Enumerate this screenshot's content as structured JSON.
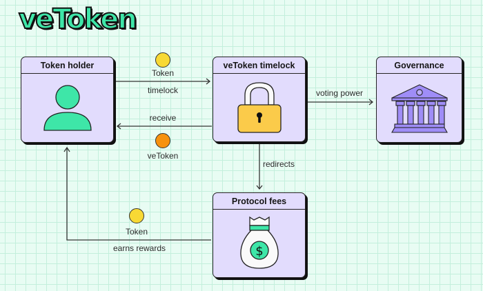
{
  "title": "veToken",
  "colors": {
    "background": "#e8fcf3",
    "grid": "#c3efdc",
    "box_fill": "#e2dcfd",
    "logo_green": "#3ee6a8",
    "token_coin": "#f8d935",
    "vetoken_coin": "#f7920f",
    "lock_body": "#fbcb4a",
    "building": "#9f8df7",
    "person": "#3ee6a8"
  },
  "nodes": {
    "token_holder": {
      "label": "Token holder",
      "icon": "person-icon"
    },
    "timelock": {
      "label": "veToken timelock",
      "icon": "padlock-icon"
    },
    "governance": {
      "label": "Governance",
      "icon": "government-building-icon"
    },
    "protocol_fees": {
      "label": "Protocol fees",
      "icon": "money-bag-icon"
    }
  },
  "edges": {
    "holder_to_timelock": {
      "coin": "Token",
      "label": "timelock"
    },
    "timelock_to_holder": {
      "label": "receive",
      "coin": "veToken"
    },
    "timelock_to_governance": {
      "label": "voting power"
    },
    "timelock_to_fees": {
      "label": "redirects"
    },
    "fees_to_holder": {
      "coin": "Token",
      "label": "earns rewards"
    }
  }
}
